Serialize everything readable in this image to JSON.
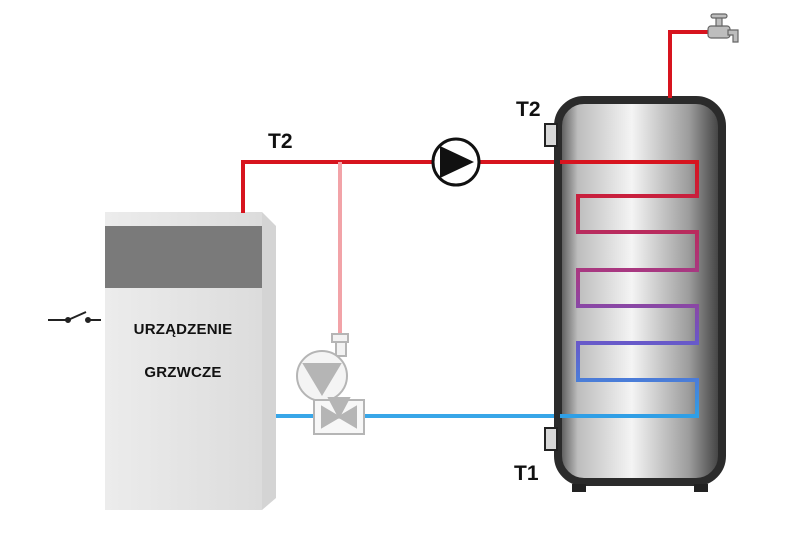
{
  "labels": {
    "t2_pipe": "T2",
    "t2_tank": "T2",
    "t1_tank": "T1",
    "device_line1": "URZĄDZENIE",
    "device_line2": "GRZWCZE"
  },
  "colors": {
    "hot_pipe": "#d7141e",
    "cold_pipe": "#38a6e8",
    "bypass_pipe": "#f2a3a8",
    "tank_dark": "#2b2b2b",
    "device_body": "#e6e6e6",
    "device_panel": "#7a7a7a"
  },
  "icons": [
    "switch-icon",
    "pump-icon",
    "mixing-valve-icon",
    "circulation-pump-icon",
    "faucet-icon",
    "sensor-icon"
  ]
}
